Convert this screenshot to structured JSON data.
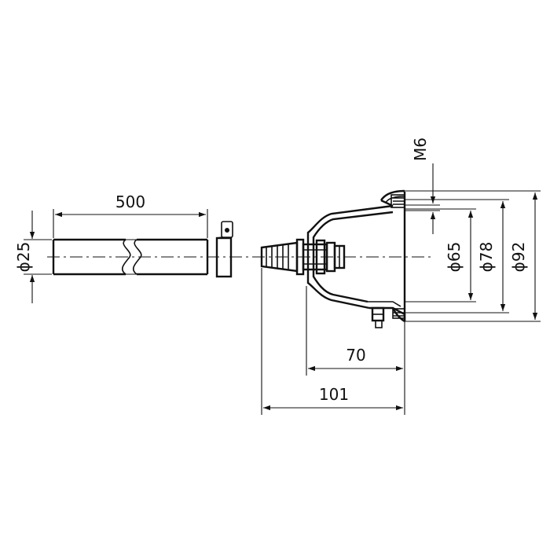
{
  "dimensions": {
    "hose_length": "500",
    "hose_diameter": "ϕ25",
    "thread": "M6",
    "diameter_inner": "ϕ65",
    "diameter_middle": "ϕ78",
    "diameter_outer": "ϕ92",
    "depth_body": "70",
    "depth_total": "101"
  },
  "colors": {
    "line": "#111111",
    "background": "#ffffff"
  }
}
